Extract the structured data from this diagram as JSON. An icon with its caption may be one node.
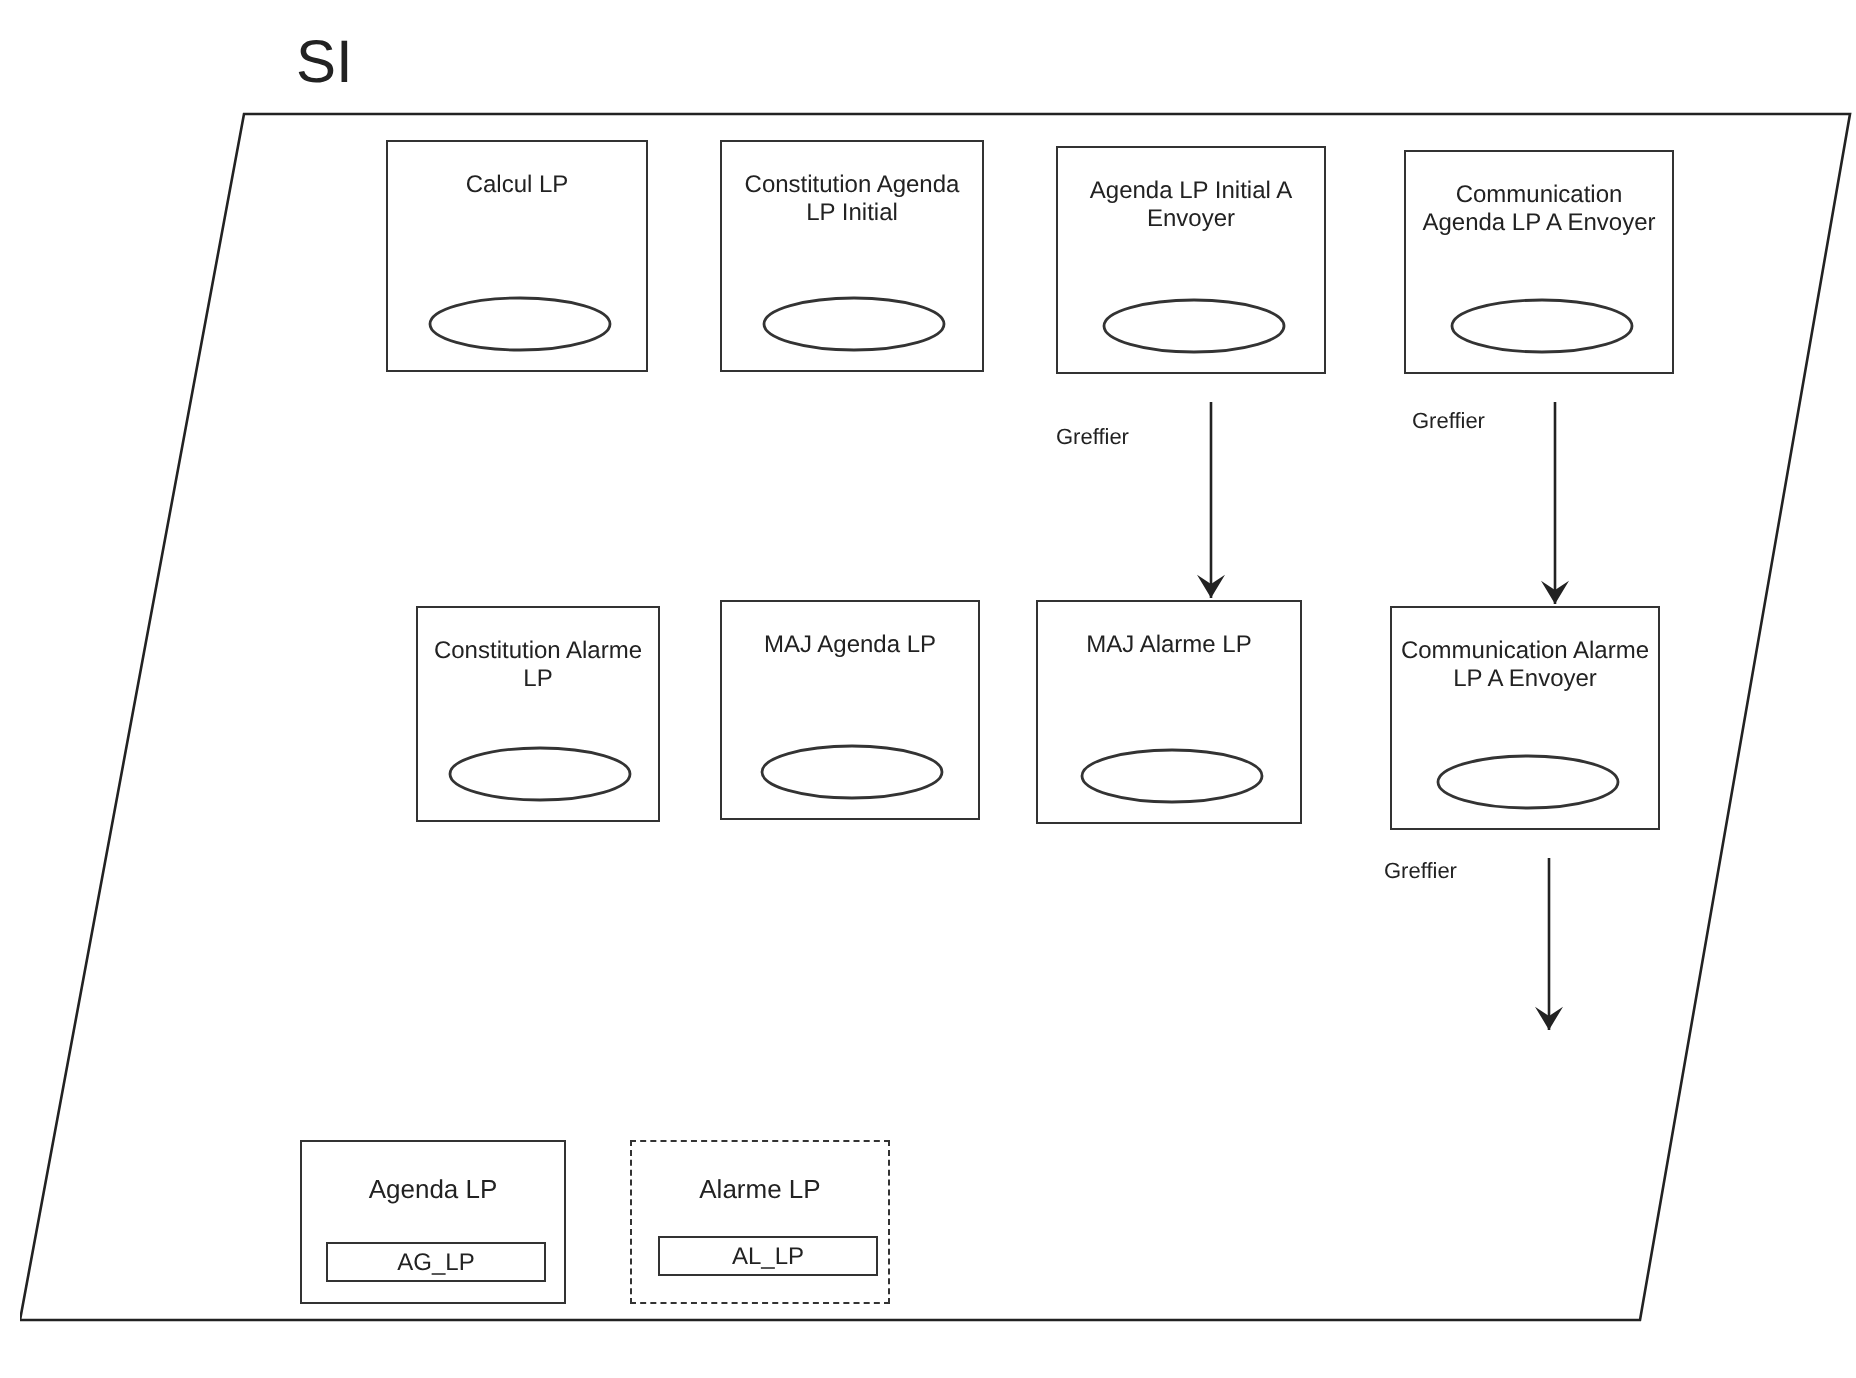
{
  "diagram": {
    "nodes": [
      {
        "text": [
          "SI"
        ]
      },
      {
        "text": [
          "Calcul LP"
        ],
        "in": 0
      },
      {
        "text": [
          "Constitution Agenda LP Initial"
        ],
        "in": 0
      },
      {
        "text": [
          "Agenda LP Initial A Envoyer"
        ],
        "in": 0
      },
      {
        "text": [
          "Communication Agenda LP A Envoyer"
        ],
        "in": 0
      },
      {
        "text": [
          "Constitution Alarme LP"
        ],
        "in": 0
      },
      {
        "text": [
          "MAJ Agenda LP"
        ],
        "in": 0
      },
      {
        "text": [
          "MAJ Alarme LP"
        ],
        "in": 0
      },
      {
        "text": [
          "Communication Alarme LP A Envoyer"
        ],
        "in": 0
      },
      {
        "text": [
          "Agenda LP"
        ],
        "in": 0
      },
      {
        "text": [
          "AG_LP"
        ],
        "in": 9
      },
      {
        "text": [
          "Alarme LP"
        ],
        "in": 0
      },
      {
        "text": [
          "AL_LP"
        ],
        "in": 11
      },
      {
        "text": [],
        "shape": "ellipse",
        "in": 1
      },
      {
        "text": [],
        "shape": "ellipse",
        "in": 2
      },
      {
        "text": [],
        "shape": "ellipse",
        "in": 3
      },
      {
        "text": [],
        "shape": "ellipse",
        "in": 4
      },
      {
        "text": [],
        "shape": "ellipse",
        "in": 5
      },
      {
        "text": [],
        "shape": "ellipse",
        "in": 6
      },
      {
        "text": [],
        "shape": "ellipse",
        "in": 7
      },
      {
        "text": [],
        "shape": "ellipse",
        "in": 8
      }
    ],
    "edges": [
      {
        "from": 3,
        "to": 7,
        "arrow": "to",
        "label": "Greffier"
      },
      {
        "from": 4,
        "to": 8,
        "arrow": "to",
        "label": "Greffier"
      },
      {
        "from": 8,
        "to": null,
        "arrow": "to",
        "label": "Greffier"
      }
    ]
  }
}
